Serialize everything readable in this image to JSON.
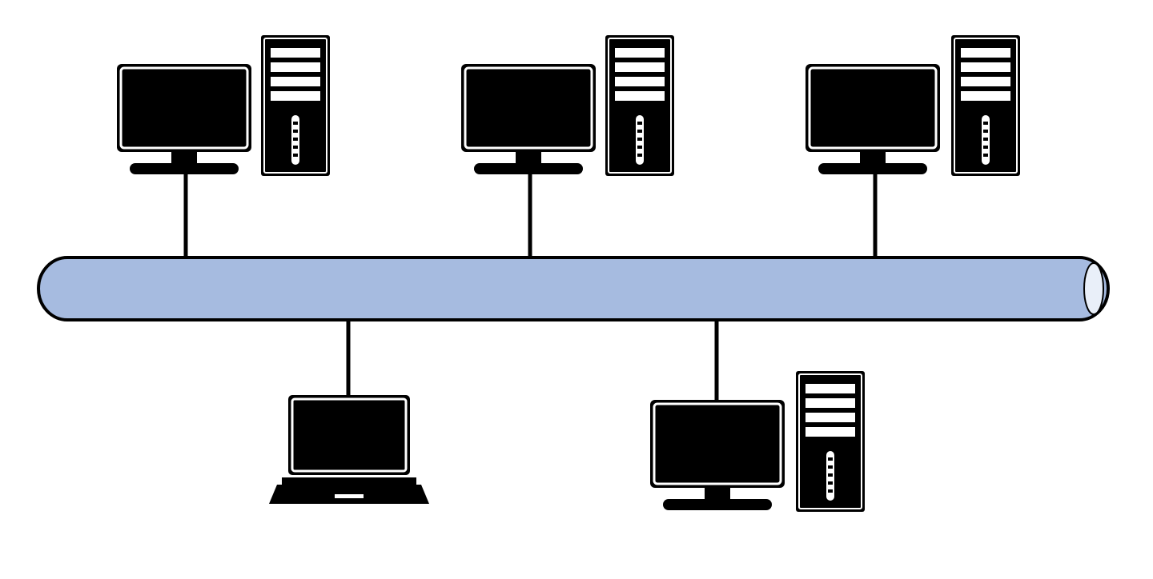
{
  "diagram": {
    "topology": "bus",
    "colors": {
      "background": "#ffffff",
      "bus_fill": "#a6bbe0",
      "bus_stroke": "#000000",
      "device_fill": "#000000",
      "device_outline": "#000000",
      "device_inner_border": "#ffffff"
    },
    "nodes": [
      {
        "id": "desktop-top-left",
        "type": "desktop-tower",
        "side": "top"
      },
      {
        "id": "desktop-top-center",
        "type": "desktop-tower",
        "side": "top"
      },
      {
        "id": "desktop-top-right",
        "type": "desktop-tower",
        "side": "top"
      },
      {
        "id": "laptop-bottom-left",
        "type": "laptop",
        "side": "bottom"
      },
      {
        "id": "desktop-bottom-right",
        "type": "desktop-tower",
        "side": "bottom"
      }
    ]
  }
}
